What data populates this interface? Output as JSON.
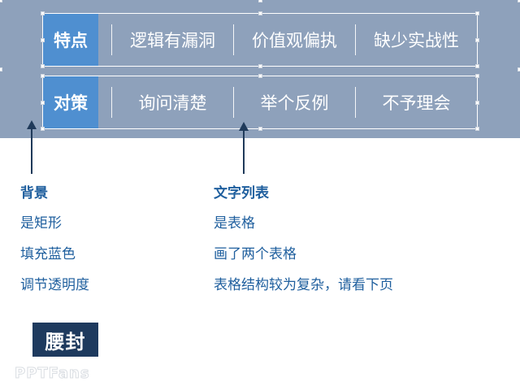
{
  "slide": {
    "table_rows": [
      {
        "label": "特点",
        "cells": [
          "逻辑有漏洞",
          "价值观偏执",
          "缺少实战性"
        ]
      },
      {
        "label": "对策",
        "cells": [
          "询问清楚",
          "举个反例",
          "不予理会"
        ]
      }
    ],
    "annotations": {
      "left": {
        "title": "背景",
        "items": [
          "是矩形",
          "填充蓝色",
          "调节透明度"
        ]
      },
      "right": {
        "title": "文字列表",
        "items": [
          "是表格",
          "画了两个表格",
          "表格结构较为复杂，请看下页"
        ]
      }
    },
    "badge": "腰封",
    "watermark": "PPTFans",
    "colors": {
      "band": "#8ea1bb",
      "label_fill": "#4f8fd0",
      "badge_fill": "#1e3a5e",
      "annotation_text": "#1f5f9e",
      "arrow": "#1f3a5a"
    }
  }
}
